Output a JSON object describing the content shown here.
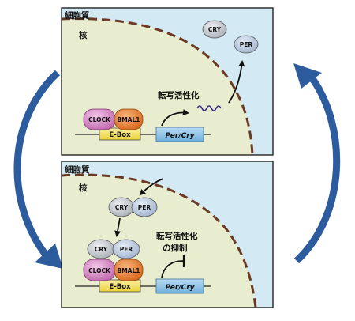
{
  "panels": [
    {
      "cytoplasm_label": "細胞質",
      "nucleus_label": "核",
      "ebox_label": "E-Box",
      "gene_label": "Per/Cry",
      "activator_left": "CLOCK",
      "activator_right": "BMAL1",
      "process_label": "転写活性化",
      "cyto_protein_top": "CRY",
      "cyto_protein_bottom": "PER"
    },
    {
      "cytoplasm_label": "細胞質",
      "nucleus_label": "核",
      "ebox_label": "E-Box",
      "gene_label": "Per/Cry",
      "activator_left": "CLOCK",
      "activator_right": "BMAL1",
      "repressor_left": "CRY",
      "repressor_right": "PER",
      "entering_left": "CRY",
      "entering_right": "PER",
      "process_label_line1": "転写活性化",
      "process_label_line2": "の抑制"
    }
  ],
  "colors": {
    "cytoplasm": "#d3e9f3",
    "nucleus": "#e8edcf",
    "membrane": "#6b3a24",
    "clock": "#d98bc9",
    "bmal1": "#e78a3c",
    "ebox": "#f4e26a",
    "gene": "#8cc3e6",
    "cry_per": "#c8ccd2",
    "mrna": "#3a2a8a",
    "cycle_arrow": "#2d5c9e"
  }
}
